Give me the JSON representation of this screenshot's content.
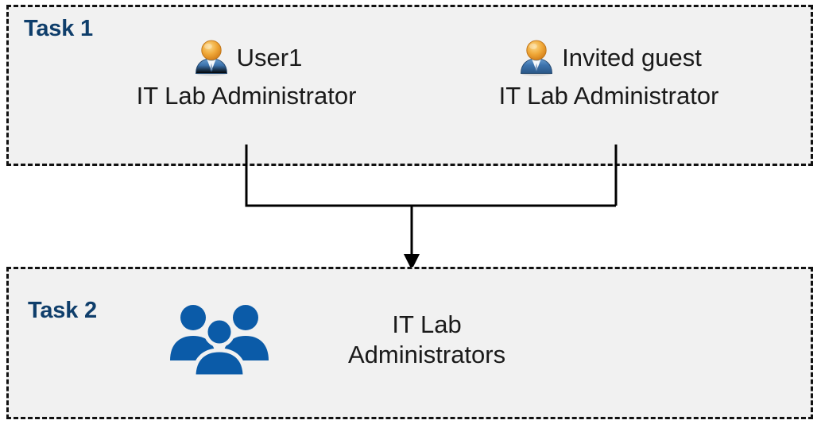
{
  "diagram": {
    "background_color": "#ffffff",
    "box_fill_color": "#f1f1f1",
    "box_border_color": "#111111",
    "label_color": "#0f3e6b",
    "text_color": "#1a1a1a",
    "group_icon_color": "#0b5ba8",
    "connector_color": "#000000"
  },
  "task1": {
    "label": "Task 1",
    "entities": [
      {
        "icon": "person-user-icon",
        "name": "User1",
        "role": "IT Lab Administrator"
      },
      {
        "icon": "person-guest-icon",
        "name": "Invited guest",
        "role": "IT Lab Administrator"
      }
    ]
  },
  "task2": {
    "label": "Task 2",
    "group": {
      "icon": "people-group-icon",
      "name": "IT Lab\nAdministrators"
    }
  },
  "connector": {
    "type": "merge-arrow",
    "description": "Two vertical lines from the Task 1 entities join a horizontal bar and a single arrow points down into the Task 2 box"
  }
}
